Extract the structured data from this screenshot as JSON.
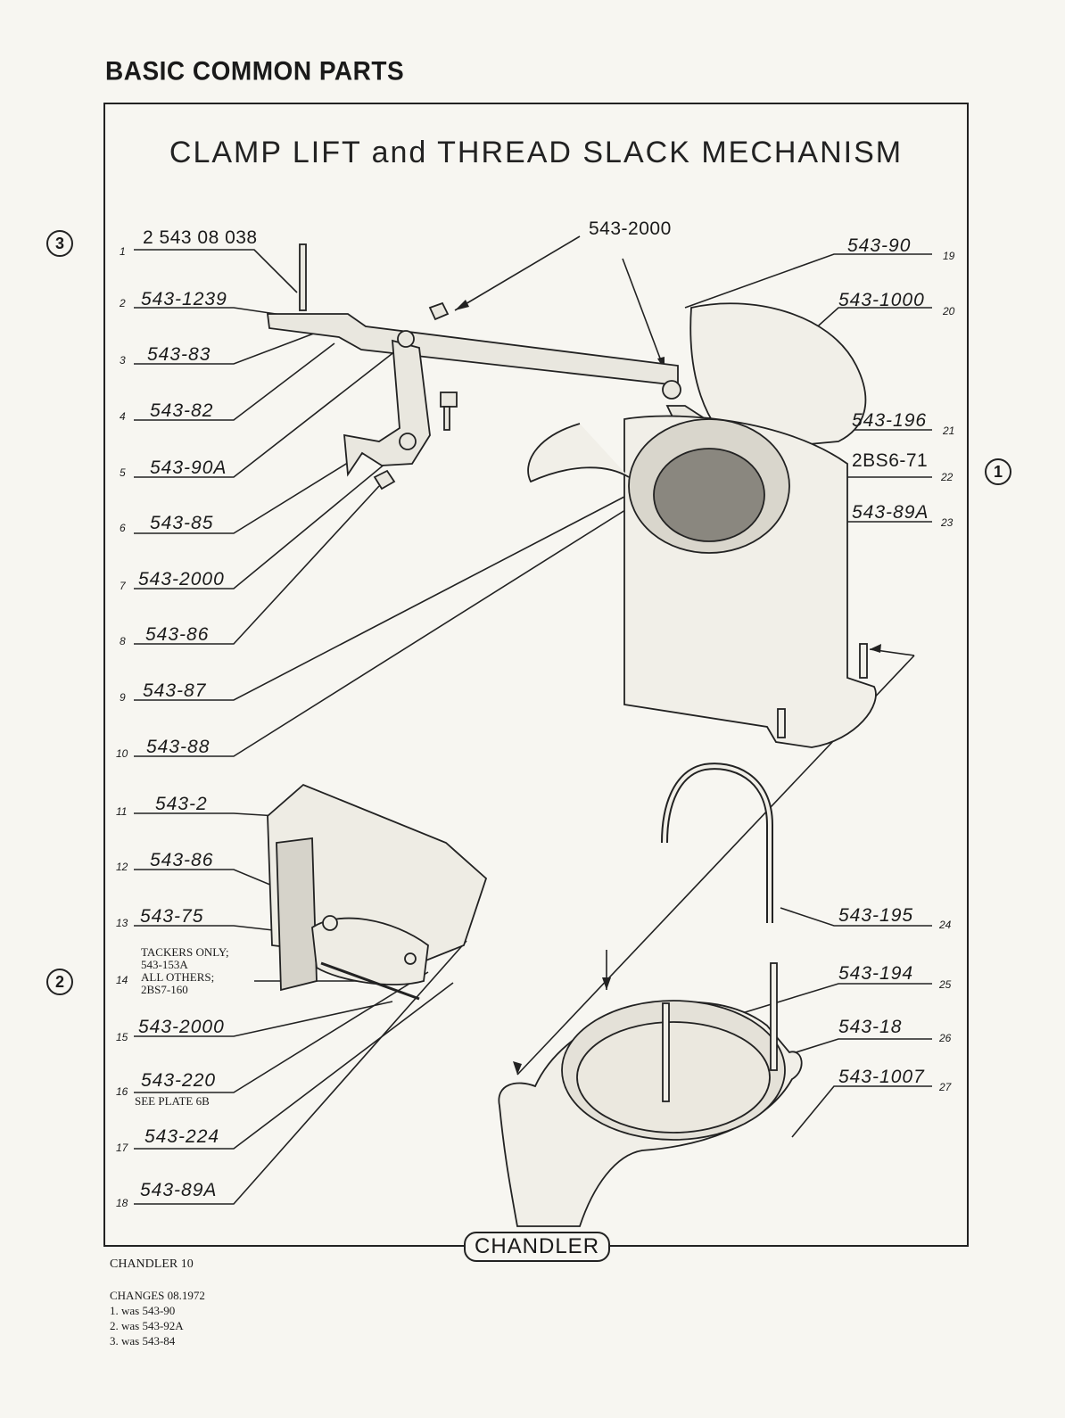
{
  "heading": "BASIC COMMON PARTS",
  "diagram_title": "CLAMP LIFT and THREAD SLACK MECHANISM",
  "markers": {
    "m1": "1",
    "m2": "2",
    "m3": "3"
  },
  "left_parts": [
    {
      "n": "1",
      "part": "2 543 08 038"
    },
    {
      "n": "2",
      "part": "543-1239"
    },
    {
      "n": "3",
      "part": "543-83"
    },
    {
      "n": "4",
      "part": "543-82"
    },
    {
      "n": "5",
      "part": "543-90A"
    },
    {
      "n": "6",
      "part": "543-85"
    },
    {
      "n": "7",
      "part": "543-2000"
    },
    {
      "n": "8",
      "part": "543-86"
    },
    {
      "n": "9",
      "part": "543-87"
    },
    {
      "n": "10",
      "part": "543-88"
    },
    {
      "n": "11",
      "part": "543-2"
    },
    {
      "n": "12",
      "part": "543-86"
    },
    {
      "n": "13",
      "part": "543-75"
    },
    {
      "n": "14",
      "part": ""
    },
    {
      "n": "15",
      "part": "543-2000"
    },
    {
      "n": "16",
      "part": "543-220"
    },
    {
      "n": "17",
      "part": "543-224"
    },
    {
      "n": "18",
      "part": "543-89A"
    }
  ],
  "item14_note": [
    "TACKERS ONLY;",
    "543-153A",
    "ALL OTHERS;",
    "2BS7-160"
  ],
  "item16_note": "SEE PLATE 6B",
  "top_callout": "543-2000",
  "right_parts": [
    {
      "n": "19",
      "part": "543-90"
    },
    {
      "n": "20",
      "part": "543-1000"
    },
    {
      "n": "21",
      "part": "543-196"
    },
    {
      "n": "22",
      "part": "2BS6-71"
    },
    {
      "n": "23",
      "part": "543-89A"
    },
    {
      "n": "24",
      "part": "543-195"
    },
    {
      "n": "25",
      "part": "543-194"
    },
    {
      "n": "26",
      "part": "543-18"
    },
    {
      "n": "27",
      "part": "543-1007"
    }
  ],
  "brand": "CHANDLER",
  "footer": "CHANDLER 10",
  "changes": {
    "title": "CHANGES 08.1972",
    "lines": [
      "1. was 543-90",
      "2. was 543-92A",
      "3. was 543-84"
    ]
  }
}
